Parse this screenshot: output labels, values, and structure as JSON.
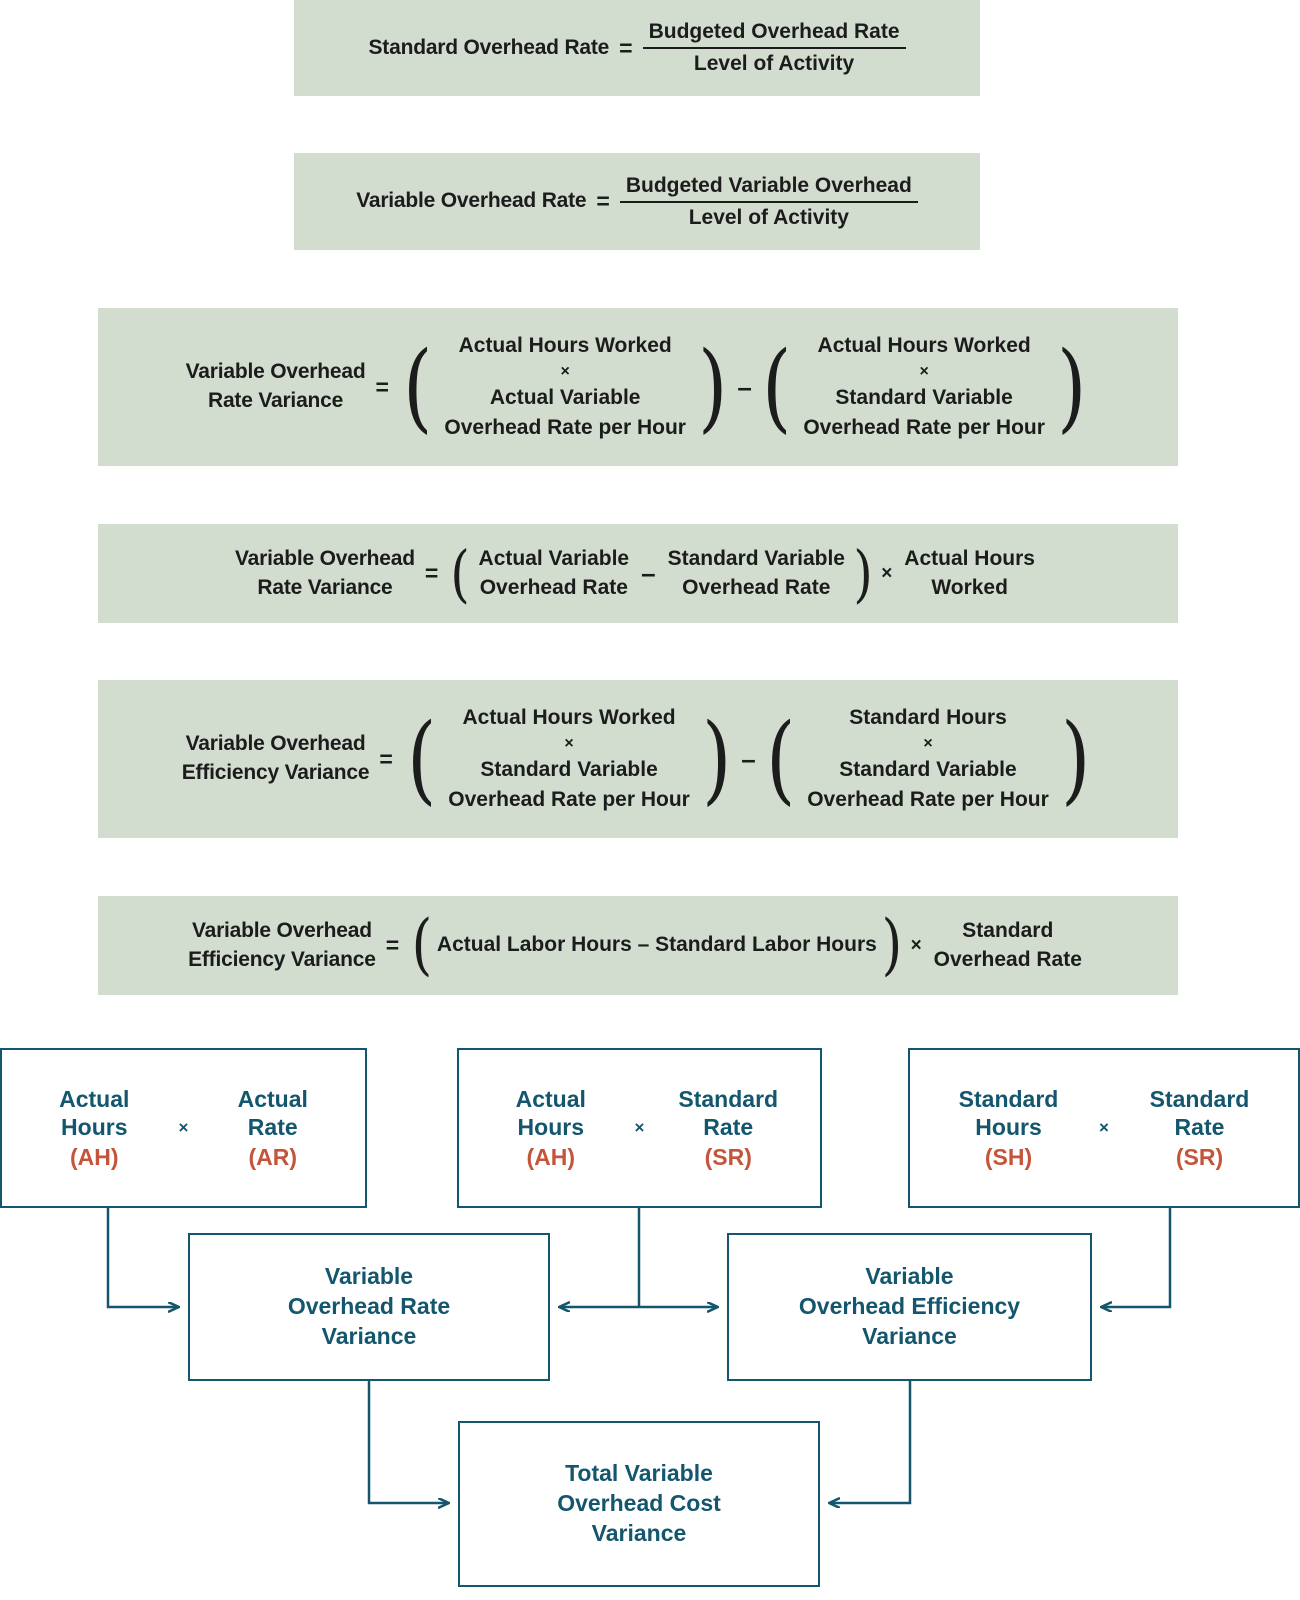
{
  "formulas": [
    {
      "id": "standard-overhead-rate",
      "lhs": "Standard Overhead Rate",
      "equals": "=",
      "numerator": "Budgeted Overhead Rate",
      "denominator": "Level of Activity"
    },
    {
      "id": "variable-overhead-rate",
      "lhs": "Variable Overhead Rate",
      "equals": "=",
      "numerator": "Budgeted Variable Overhead",
      "denominator": "Level of Activity"
    },
    {
      "id": "variable-overhead-rate-variance-expanded",
      "lhs": "Variable Overhead\nRate Variance",
      "equals": "=",
      "open1": "(",
      "term1_line1": "Actual Hours Worked",
      "term1_times": "×",
      "term1_line2": "Actual Variable",
      "term1_line3": "Overhead Rate per Hour",
      "close1": ")",
      "operator": "–",
      "open2": "(",
      "term2_line1": "Actual Hours Worked",
      "term2_times": "×",
      "term2_line2": "Standard Variable",
      "term2_line3": "Overhead Rate per Hour",
      "close2": ")"
    },
    {
      "id": "variable-overhead-rate-variance-simplified",
      "lhs": "Variable Overhead\nRate Variance",
      "equals": "=",
      "open1": "(",
      "term1": "Actual Variable\nOverhead Rate",
      "operator": "–",
      "term2": "Standard Variable\nOverhead Rate",
      "close1": ")",
      "times": "×",
      "term3": "Actual Hours\nWorked"
    },
    {
      "id": "variable-overhead-efficiency-variance-expanded",
      "lhs": "Variable Overhead\nEfficiency Variance",
      "equals": "=",
      "open1": "(",
      "term1_line1": "Actual Hours Worked",
      "term1_times": "×",
      "term1_line2": "Standard Variable",
      "term1_line3": "Overhead Rate per Hour",
      "close1": ")",
      "operator": "–",
      "open2": "(",
      "term2_line1": "Standard Hours",
      "term2_times": "×",
      "term2_line2": "Standard Variable",
      "term2_line3": "Overhead Rate per Hour",
      "close2": ")"
    },
    {
      "id": "variable-overhead-efficiency-variance-simplified",
      "lhs": "Variable Overhead\nEfficiency Variance",
      "equals": "=",
      "open1": "(",
      "inner": "Actual Labor Hours – Standard Labor Hours",
      "close1": ")",
      "times": "×",
      "term3": "Standard\nOverhead Rate"
    }
  ],
  "diagram": {
    "top_boxes": [
      {
        "name": "actual-hours-actual-rate",
        "left_label": "Actual\nHours",
        "left_abbr": "(AH)",
        "operator": "×",
        "right_label": "Actual\nRate",
        "right_abbr": "(AR)"
      },
      {
        "name": "actual-hours-standard-rate",
        "left_label": "Actual\nHours",
        "left_abbr": "(AH)",
        "operator": "×",
        "right_label": "Standard\nRate",
        "right_abbr": "(SR)"
      },
      {
        "name": "standard-hours-standard-rate",
        "left_label": "Standard\nHours",
        "left_abbr": "(SH)",
        "operator": "×",
        "right_label": "Standard\nRate",
        "right_abbr": "(SR)"
      }
    ],
    "mid_boxes": [
      {
        "name": "variable-overhead-rate-variance",
        "label": "Variable\nOverhead Rate\nVariance"
      },
      {
        "name": "variable-overhead-efficiency-variance",
        "label": "Variable\nOverhead Efficiency\nVariance"
      }
    ],
    "bottom_box": {
      "name": "total-variable-overhead-cost-variance",
      "label": "Total Variable\nOverhead Cost\nVariance"
    }
  },
  "colors": {
    "formula_background": "#d2ddd0",
    "formula_text": "#1c1c1c",
    "diagram_line": "#13566e",
    "diagram_text": "#13566e",
    "abbreviation_text": "#c4553a",
    "page_background": "#ffffff"
  }
}
